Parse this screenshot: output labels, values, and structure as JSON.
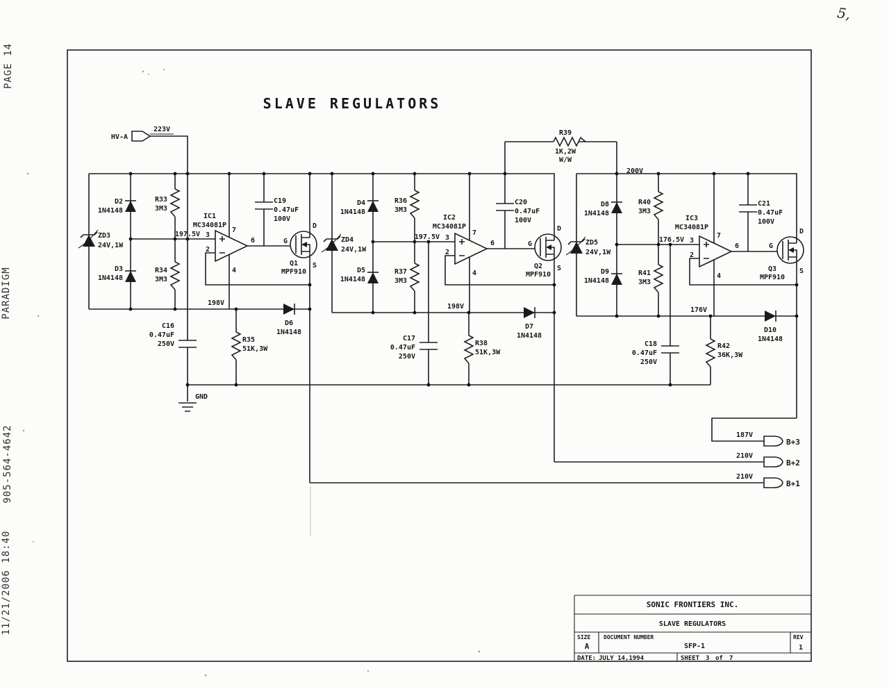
{
  "fax_margin": {
    "page": "PAGE 14",
    "sender": "PARADIGM",
    "phone": "905-564-4642",
    "datetime": "11/21/2006 18:40"
  },
  "handwritten_mark": "5,",
  "drawing_title": "SLAVE REGULATORS",
  "input_flag": {
    "name": "HV-A",
    "voltage": "223V"
  },
  "rail_200": "200V",
  "gnd_label": "GND",
  "opamp_pins": {
    "plus": "3",
    "minus": "2",
    "vplus": "7",
    "vminus": "4",
    "out": "6"
  },
  "fet_pins": {
    "d": "D",
    "g": "G",
    "s": "S"
  },
  "bridge_res": {
    "ref": "R39",
    "value": "1K,2W",
    "type": "W/W"
  },
  "stages": [
    {
      "ref_voltage": "197.5V",
      "out_voltage": "198V",
      "zener": {
        "ref": "ZD3",
        "value": "24V,1W"
      },
      "diode_top": {
        "ref": "D2",
        "value": "1N4148"
      },
      "diode_bottom": {
        "ref": "D3",
        "value": "1N4148"
      },
      "res_top": {
        "ref": "R33",
        "value": "3M3"
      },
      "res_bottom": {
        "ref": "R34",
        "value": "3M3"
      },
      "opamp": {
        "ref": "IC1",
        "value": "MC34081P"
      },
      "comp_cap": {
        "ref": "C19",
        "value": "0.47uF",
        "rating": "100V"
      },
      "fet": {
        "ref": "Q1",
        "value": "MPF910"
      },
      "out_diode": {
        "ref": "D6",
        "value": "1N4148"
      },
      "filter_cap": {
        "ref": "C16",
        "value": "0.47uF",
        "rating": "250V"
      },
      "load_res": {
        "ref": "R35",
        "value": "51K,3W"
      }
    },
    {
      "ref_voltage": "197.5V",
      "out_voltage": "198V",
      "zener": {
        "ref": "ZD4",
        "value": "24V,1W"
      },
      "diode_top": {
        "ref": "D4",
        "value": "1N4148"
      },
      "diode_bottom": {
        "ref": "D5",
        "value": "1N4148"
      },
      "res_top": {
        "ref": "R36",
        "value": "3M3"
      },
      "res_bottom": {
        "ref": "R37",
        "value": "3M3"
      },
      "opamp": {
        "ref": "IC2",
        "value": "MC34081P"
      },
      "comp_cap": {
        "ref": "C20",
        "value": "0.47uF",
        "rating": "100V"
      },
      "fet": {
        "ref": "Q2",
        "value": "MPF910"
      },
      "out_diode": {
        "ref": "D7",
        "value": "1N4148"
      },
      "filter_cap": {
        "ref": "C17",
        "value": "0.47uF",
        "rating": "250V"
      },
      "load_res": {
        "ref": "R38",
        "value": "51K,3W"
      }
    },
    {
      "ref_voltage": "176.5V",
      "out_voltage": "176V",
      "zener": {
        "ref": "ZD5",
        "value": "24V,1W"
      },
      "diode_top": {
        "ref": "D8",
        "value": "1N4148"
      },
      "diode_bottom": {
        "ref": "D9",
        "value": "1N4148"
      },
      "res_top": {
        "ref": "R40",
        "value": "3M3"
      },
      "res_bottom": {
        "ref": "R41",
        "value": "3M3"
      },
      "opamp": {
        "ref": "IC3",
        "value": "MC34081P"
      },
      "comp_cap": {
        "ref": "C21",
        "value": "0.47uF",
        "rating": "100V"
      },
      "fet": {
        "ref": "Q3",
        "value": "MPF910"
      },
      "out_diode": {
        "ref": "D10",
        "value": "1N4148"
      },
      "filter_cap": {
        "ref": "C18",
        "value": "0.47uF",
        "rating": "250V"
      },
      "load_res": {
        "ref": "R42",
        "value": "36K,3W"
      }
    }
  ],
  "outputs": [
    {
      "voltage": "187V",
      "name": "B+3"
    },
    {
      "voltage": "210V",
      "name": "B+2"
    },
    {
      "voltage": "210V",
      "name": "B+1"
    }
  ],
  "title_block": {
    "company": "SONIC FRONTIERS INC.",
    "drawing": "SLAVE REGULATORS",
    "size_label": "SIZE",
    "size": "A",
    "doc_label": "DOCUMENT NUMBER",
    "doc_number": "SFP-1",
    "rev_label": "REV",
    "rev": "1",
    "date_label": "DATE:",
    "date": "JULY 14,1994",
    "sheet_label": "SHEET",
    "sheet": "3",
    "of_label": "of",
    "sheets_total": "7"
  }
}
